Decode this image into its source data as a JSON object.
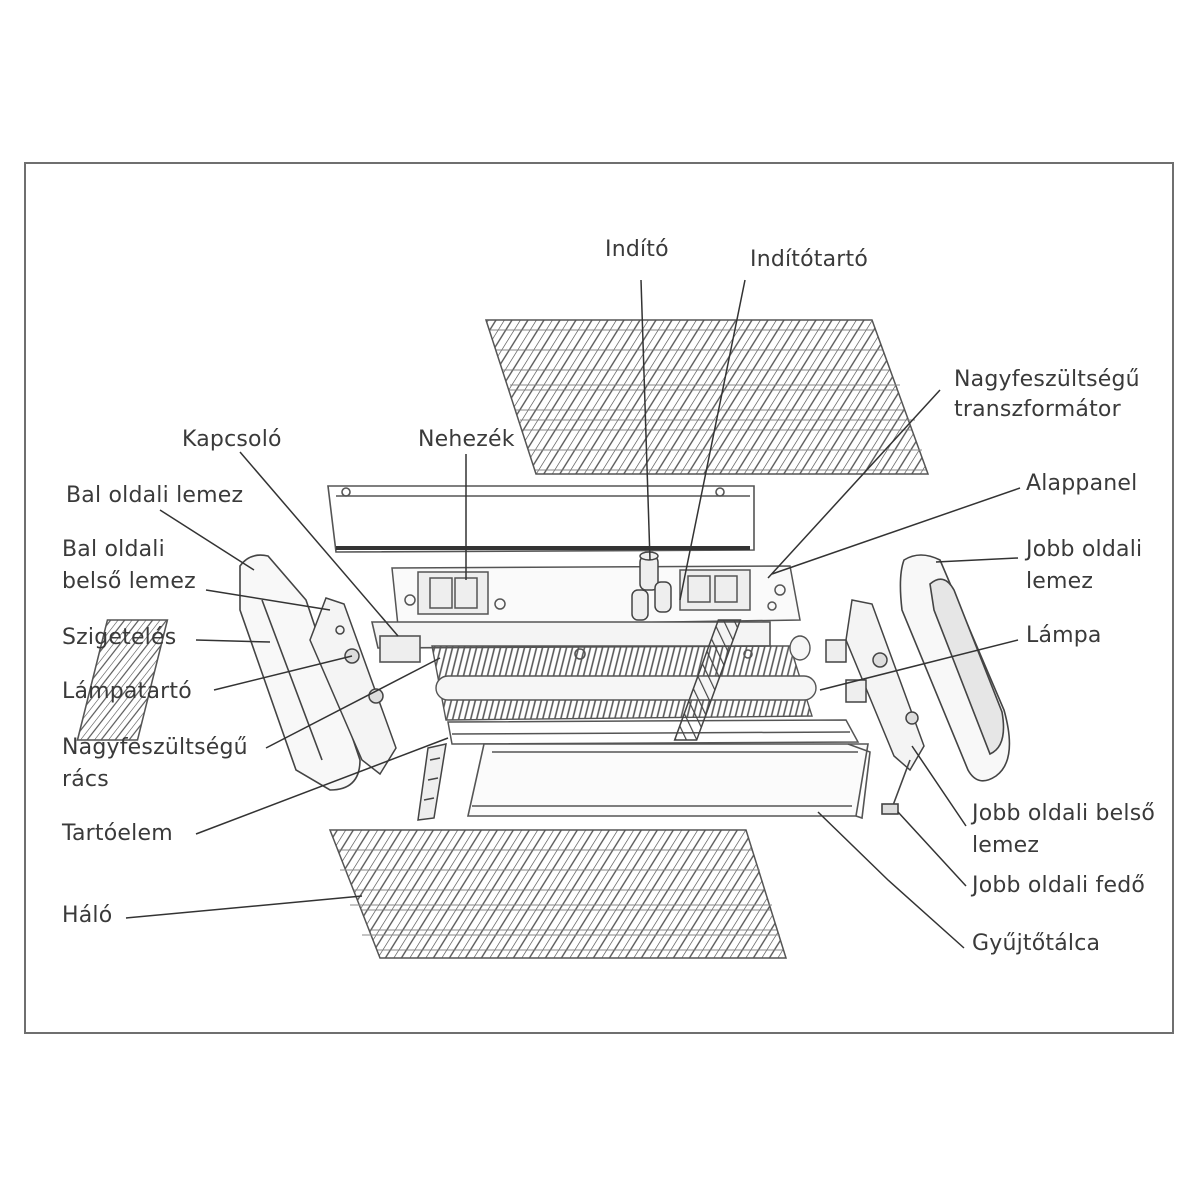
{
  "labels": {
    "indito": "Indító",
    "inditotarto": "Indítótartó",
    "nagyfesz_transzf_1": "Nagyfeszültségű",
    "nagyfesz_transzf_2": "transzformátor",
    "kapcsolo": "Kapcsoló",
    "nehezek": "Nehezék",
    "bal_oldali_lemez": "Bal oldali lemez",
    "alappanel": "Alappanel",
    "bal_belso_1": "Bal oldali",
    "bal_belso_2": "belső lemez",
    "jobb_lemez_1": "Jobb oldali",
    "jobb_lemez_2": "lemez",
    "szigeteles": "Szigetelés",
    "lampa": "Lámpa",
    "lampatarto": "Lámpatartó",
    "nagyfesz_racs_1": "Nagyfeszültségű",
    "nagyfesz_racs_2": "rács",
    "tartoelem": "Tartóelem",
    "jobb_belso_1": "Jobb oldali belső",
    "jobb_belso_2": "lemez",
    "jobb_fedo": "Jobb oldali fedő",
    "halo": "Háló",
    "gyujtotalca": "Gyűjtőtálca"
  },
  "colors": {
    "frame": "#6f6f6f",
    "line": "#3a3a3a",
    "text": "#3a3a3a"
  }
}
